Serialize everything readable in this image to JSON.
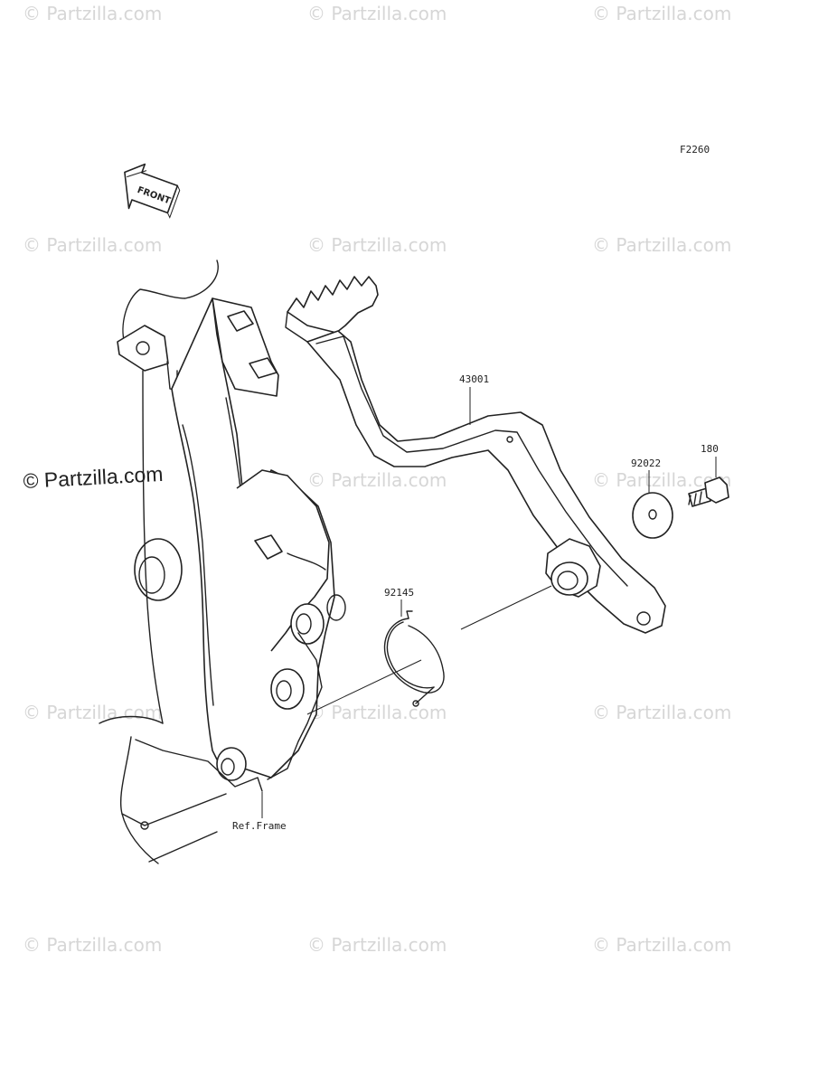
{
  "figure_code": "F2260",
  "front_arrow_text": "FRONT",
  "parts": {
    "brake_pedal": "43001",
    "washer": "92022",
    "bolt": "180",
    "spring": "92145",
    "frame_ref": "Ref.Frame"
  },
  "watermark": {
    "text": "© Partzilla.com",
    "featured_text": "© Partzilla.com"
  }
}
